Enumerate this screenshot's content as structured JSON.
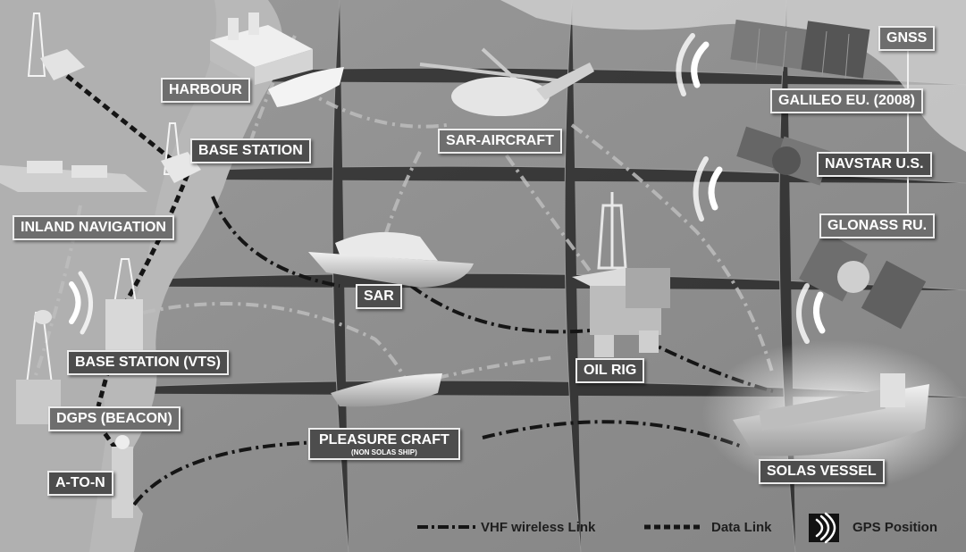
{
  "labels": {
    "gnss": "GNSS",
    "galileo": "GALILEO EU.  (2008)",
    "navstar": "NAVSTAR U.S.",
    "glonass": "GLONASS RU.",
    "harbour": "HARBOUR",
    "base_station": "BASE STATION",
    "sar_aircraft": "SAR-AIRCRAFT",
    "inland_navigation": "INLAND NAVIGATION",
    "sar": "SAR",
    "oil_rig": "OIL RIG",
    "base_station_vts": "BASE STATION (VTS)",
    "dgps_beacon": "DGPS (BEACON)",
    "pleasure_craft": "PLEASURE CRAFT",
    "pleasure_craft_sub": "(NON SOLAS SHIP)",
    "a_to_n": "A-TO-N",
    "solas_vessel": "SOLAS VESSEL"
  },
  "legend": {
    "vhf": "VHF wireless Link",
    "data_link": "Data Link",
    "gps_position": "GPS Position"
  },
  "colors": {
    "sea": "#8d8d8d",
    "land": "#b7b7b7",
    "label_bg": "#6e6e6e",
    "label_border": "#ececec",
    "link": "#141414"
  }
}
